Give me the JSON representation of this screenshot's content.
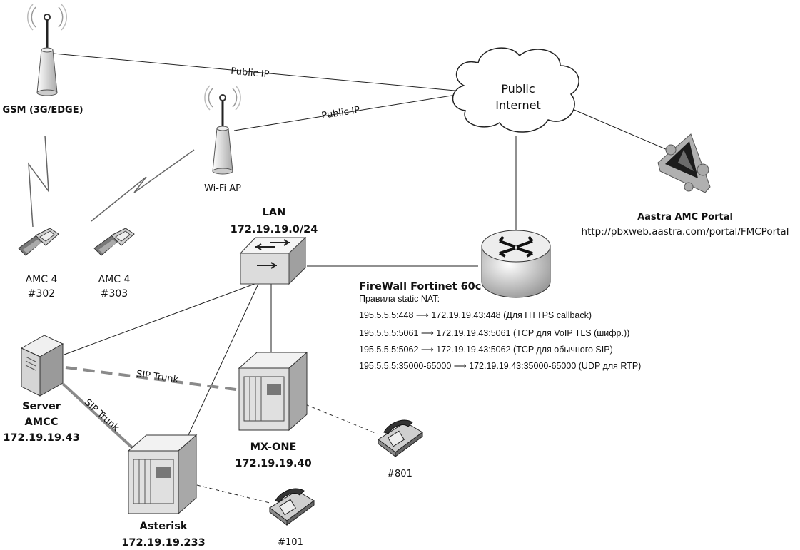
{
  "gsm": {
    "label": "GSM (3G/EDGE)"
  },
  "wifi": {
    "label": "Wi-Fi AP"
  },
  "links": {
    "gsm_internet": "Public IP",
    "wifi_internet": "Public IP",
    "trunk_mxone": "SIP Trunk",
    "trunk_asterisk": "SIP Trunk"
  },
  "internet": {
    "line1": "Public",
    "line2": "Internet"
  },
  "portal": {
    "title": "Aastra AMC Portal",
    "url": "http://pbxweb.aastra.com/portal/FMCPortal"
  },
  "lan": {
    "title": "LAN",
    "subnet": "172.19.19.0/24"
  },
  "firewall": {
    "title": "FireWall Fortinet 60c",
    "subtitle": "Правила static NAT:",
    "rules": [
      "195.5.5.5:448 ⟶ 172.19.19.43:448  (Для HTTPS callback)",
      "195.5.5.5:5061 ⟶ 172.19.19.43:5061 (TCP для VoIP TLS (шифр.))",
      "195.5.5.5:5062 ⟶ 172.19.19.43:5062 (TCP для обычного SIP)",
      "195.5.5.5:35000-65000 ⟶ 172.19.19.43:35000-65000 (UDP для RTP)"
    ]
  },
  "amc302": {
    "line1": "AMC 4",
    "line2": "#302"
  },
  "amc303": {
    "line1": "AMC 4",
    "line2": "#303"
  },
  "server": {
    "line1": "Server",
    "line2": "AMCC",
    "line3": "172.19.19.43"
  },
  "mxone": {
    "line1": "MX-ONE",
    "line2": "172.19.19.40"
  },
  "asterisk": {
    "line1": "Asterisk",
    "line2": "172.19.19.233"
  },
  "phone801": {
    "label": "#801"
  },
  "phone101": {
    "label": "#101"
  }
}
